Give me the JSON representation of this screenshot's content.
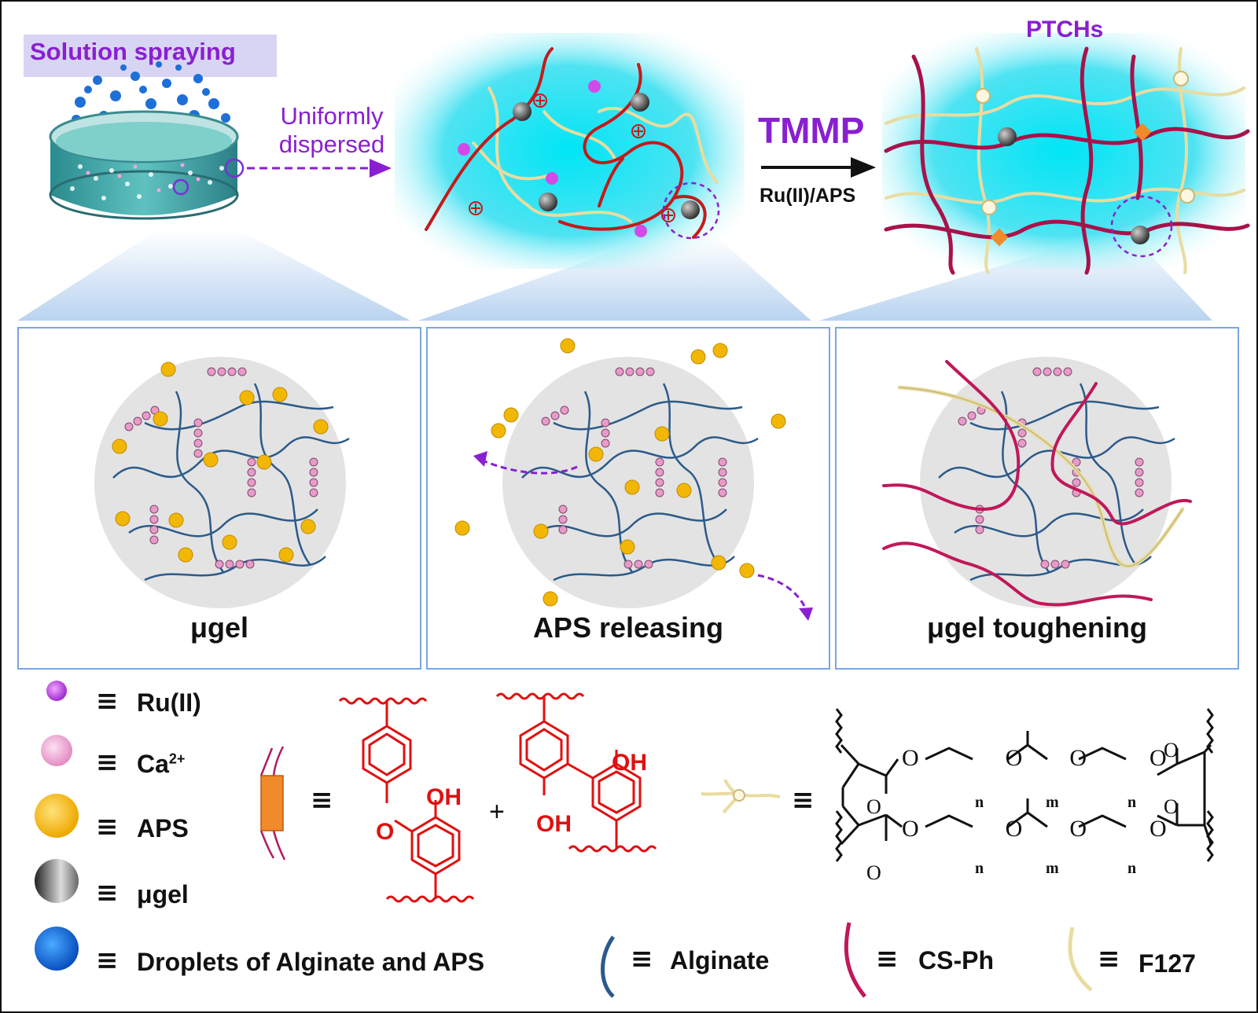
{
  "top": {
    "spray_label": "Solution spraying",
    "dispersed_line1": "Uniformly",
    "dispersed_line2": "dispersed",
    "reaction_reagent": "TMMP",
    "reaction_condition": "Ru(II)/APS",
    "product_label": "PTCHs"
  },
  "panels": [
    {
      "caption": "μgel"
    },
    {
      "caption": "APS releasing"
    },
    {
      "caption": "μgel toughening"
    }
  ],
  "legend": {
    "equiv_symbol": "≡",
    "ru": "Ru(II)",
    "ca": "Ca",
    "ca_sup": "2+",
    "aps": "APS",
    "ugel": "μgel",
    "droplets": "Droplets of Alginate and APS",
    "alginate": "Alginate",
    "csph": "CS-Ph",
    "f127": "F127"
  },
  "chemistry": {
    "oh": "OH",
    "o": "O",
    "plus": "+",
    "n": "n",
    "m": "m"
  },
  "colors": {
    "purple": "#8a1fd1",
    "alginate": "#2b5a8a",
    "csph": "#c0185a",
    "f127": "#e8dca0",
    "aps": "#f2b705",
    "ca": "#e89ac8",
    "ru": "#c050e8",
    "chem_red": "#e01010",
    "panel_border": "#7aa6e0"
  }
}
